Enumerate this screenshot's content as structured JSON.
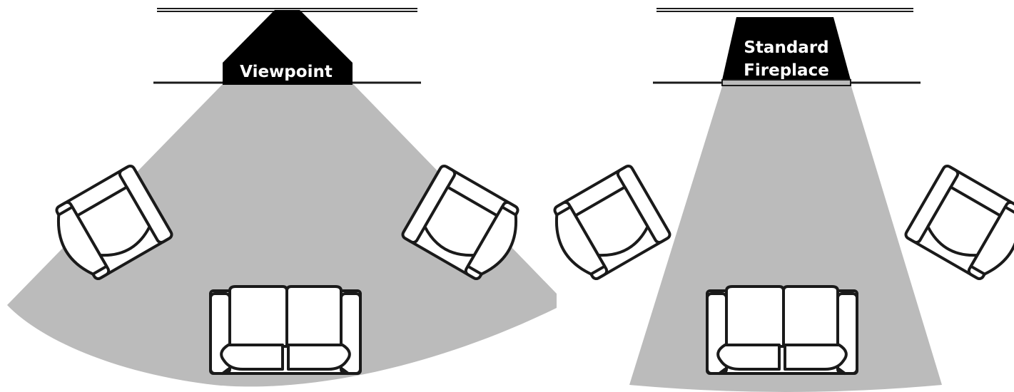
{
  "panels": [
    {
      "label_lines": [
        "Viewpoint"
      ],
      "fireplace_color": "#000000",
      "coverage_color": "#bbbbbb"
    },
    {
      "label_lines": [
        "Standard",
        "Fireplace"
      ],
      "fireplace_color": "#000000",
      "coverage_color": "#bbbbbb"
    }
  ],
  "furniture": {
    "per_panel": [
      "armchair-left",
      "armchair-right",
      "loveseat"
    ]
  }
}
